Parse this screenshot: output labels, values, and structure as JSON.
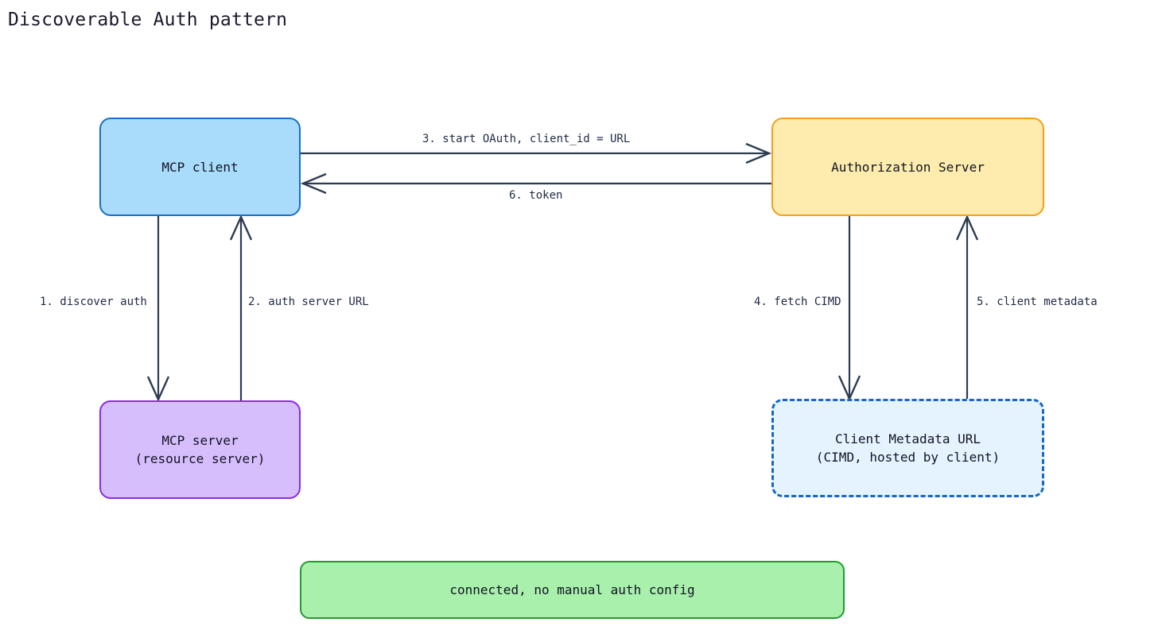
{
  "diagram": {
    "title": "Discoverable Auth pattern",
    "type": "flow-diagram",
    "colors": {
      "client_fill": "#a9dcfb",
      "client_border": "#1a6fc4",
      "auth_server_fill": "#fdecad",
      "auth_server_border": "#f2a01b",
      "mcp_server_fill": "#d6bdfb",
      "mcp_server_border": "#8a2be2",
      "cimd_fill": "#e4f3fd",
      "cimd_border": "#1668c4",
      "result_fill": "#a8f0ab",
      "result_border": "#1f9d30",
      "edge_stroke": "#2d3c52",
      "text": "#1f2a44"
    },
    "nodes": [
      {
        "id": "mcp-client",
        "label": "MCP client",
        "shape": "rounded-rect",
        "border_style": "solid"
      },
      {
        "id": "auth-server",
        "label": "Authorization Server",
        "shape": "rounded-rect",
        "border_style": "solid"
      },
      {
        "id": "mcp-server",
        "label": "MCP server\n(resource server)",
        "shape": "rounded-rect",
        "border_style": "solid"
      },
      {
        "id": "cimd",
        "label": "Client Metadata URL\n(CIMD, hosted by client)",
        "shape": "rounded-rect",
        "border_style": "dashed"
      },
      {
        "id": "connected",
        "label": "connected, no manual auth config",
        "shape": "rounded-rect",
        "border_style": "solid"
      }
    ],
    "edges": [
      {
        "id": "e1",
        "label": "1. discover auth",
        "from": "mcp-client",
        "to": "mcp-server",
        "direction": "down"
      },
      {
        "id": "e2",
        "label": "2. auth server URL",
        "from": "mcp-server",
        "to": "mcp-client",
        "direction": "up"
      },
      {
        "id": "e3",
        "label": "3. start OAuth, client_id = URL",
        "from": "mcp-client",
        "to": "auth-server",
        "direction": "right"
      },
      {
        "id": "e4",
        "label": "4. fetch CIMD",
        "from": "auth-server",
        "to": "cimd",
        "direction": "down"
      },
      {
        "id": "e5",
        "label": "5. client metadata",
        "from": "cimd",
        "to": "auth-server",
        "direction": "up"
      },
      {
        "id": "e6",
        "label": "6. token",
        "from": "auth-server",
        "to": "mcp-client",
        "direction": "left"
      }
    ]
  }
}
